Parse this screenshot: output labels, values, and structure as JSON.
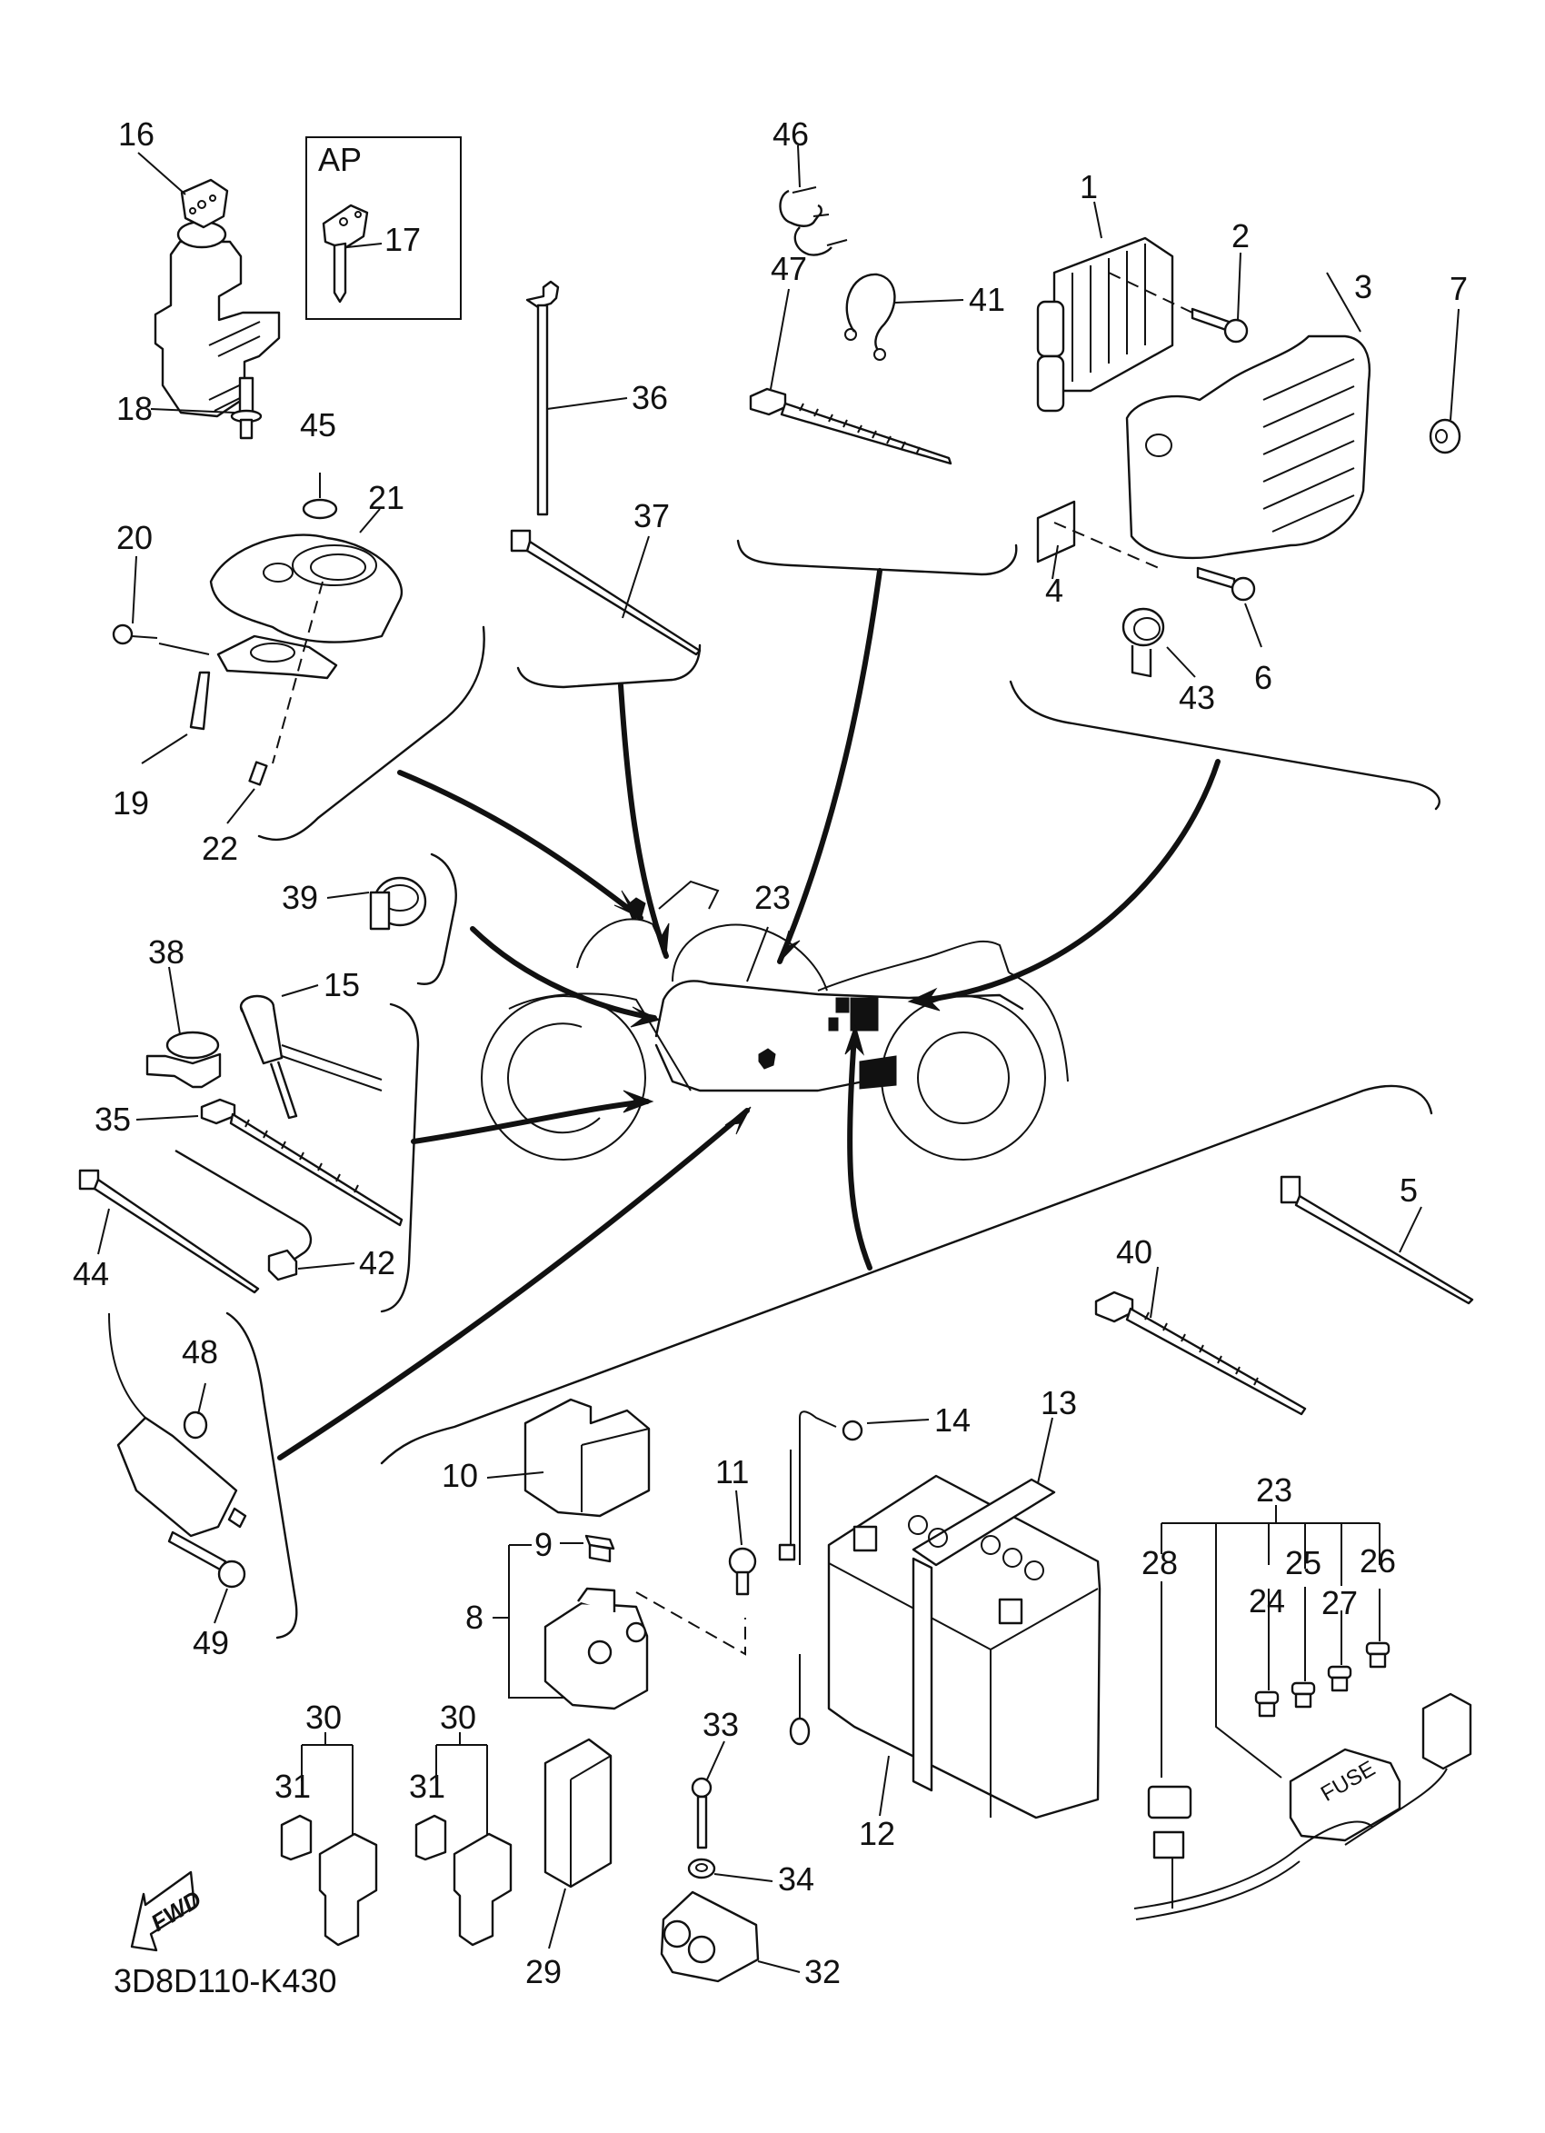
{
  "diagram": {
    "title": "Electrical parts exploded view",
    "part_number": "3D8D110-K430",
    "direction_indicator": "FWD",
    "inset_label": "AP",
    "fuse_box_text": "FUSE"
  },
  "callouts": [
    {
      "id": "c16",
      "label": "16"
    },
    {
      "id": "c17",
      "label": "17"
    },
    {
      "id": "c18",
      "label": "18"
    },
    {
      "id": "c45",
      "label": "45"
    },
    {
      "id": "c21",
      "label": "21"
    },
    {
      "id": "c20",
      "label": "20"
    },
    {
      "id": "c19",
      "label": "19"
    },
    {
      "id": "c22",
      "label": "22"
    },
    {
      "id": "c36",
      "label": "36"
    },
    {
      "id": "c37",
      "label": "37"
    },
    {
      "id": "c46",
      "label": "46"
    },
    {
      "id": "c41",
      "label": "41"
    },
    {
      "id": "c47",
      "label": "47"
    },
    {
      "id": "c1",
      "label": "1"
    },
    {
      "id": "c2",
      "label": "2"
    },
    {
      "id": "c3",
      "label": "3"
    },
    {
      "id": "c7",
      "label": "7"
    },
    {
      "id": "c4",
      "label": "4"
    },
    {
      "id": "c6",
      "label": "6"
    },
    {
      "id": "c43",
      "label": "43"
    },
    {
      "id": "c39",
      "label": "39"
    },
    {
      "id": "c23a",
      "label": "23"
    },
    {
      "id": "c38",
      "label": "38"
    },
    {
      "id": "c15",
      "label": "15"
    },
    {
      "id": "c35",
      "label": "35"
    },
    {
      "id": "c44",
      "label": "44"
    },
    {
      "id": "c42",
      "label": "42"
    },
    {
      "id": "c5",
      "label": "5"
    },
    {
      "id": "c40",
      "label": "40"
    },
    {
      "id": "c48",
      "label": "48"
    },
    {
      "id": "c49",
      "label": "49"
    },
    {
      "id": "c10",
      "label": "10"
    },
    {
      "id": "c9",
      "label": "9"
    },
    {
      "id": "c8",
      "label": "8"
    },
    {
      "id": "c11",
      "label": "11"
    },
    {
      "id": "c14",
      "label": "14"
    },
    {
      "id": "c13",
      "label": "13"
    },
    {
      "id": "c12",
      "label": "12"
    },
    {
      "id": "c23b",
      "label": "23"
    },
    {
      "id": "c28",
      "label": "28"
    },
    {
      "id": "c24",
      "label": "24"
    },
    {
      "id": "c25",
      "label": "25"
    },
    {
      "id": "c27",
      "label": "27"
    },
    {
      "id": "c26",
      "label": "26"
    },
    {
      "id": "c30a",
      "label": "30"
    },
    {
      "id": "c31a",
      "label": "31"
    },
    {
      "id": "c30b",
      "label": "30"
    },
    {
      "id": "c31b",
      "label": "31"
    },
    {
      "id": "c29",
      "label": "29"
    },
    {
      "id": "c33",
      "label": "33"
    },
    {
      "id": "c34",
      "label": "34"
    },
    {
      "id": "c32",
      "label": "32"
    }
  ]
}
